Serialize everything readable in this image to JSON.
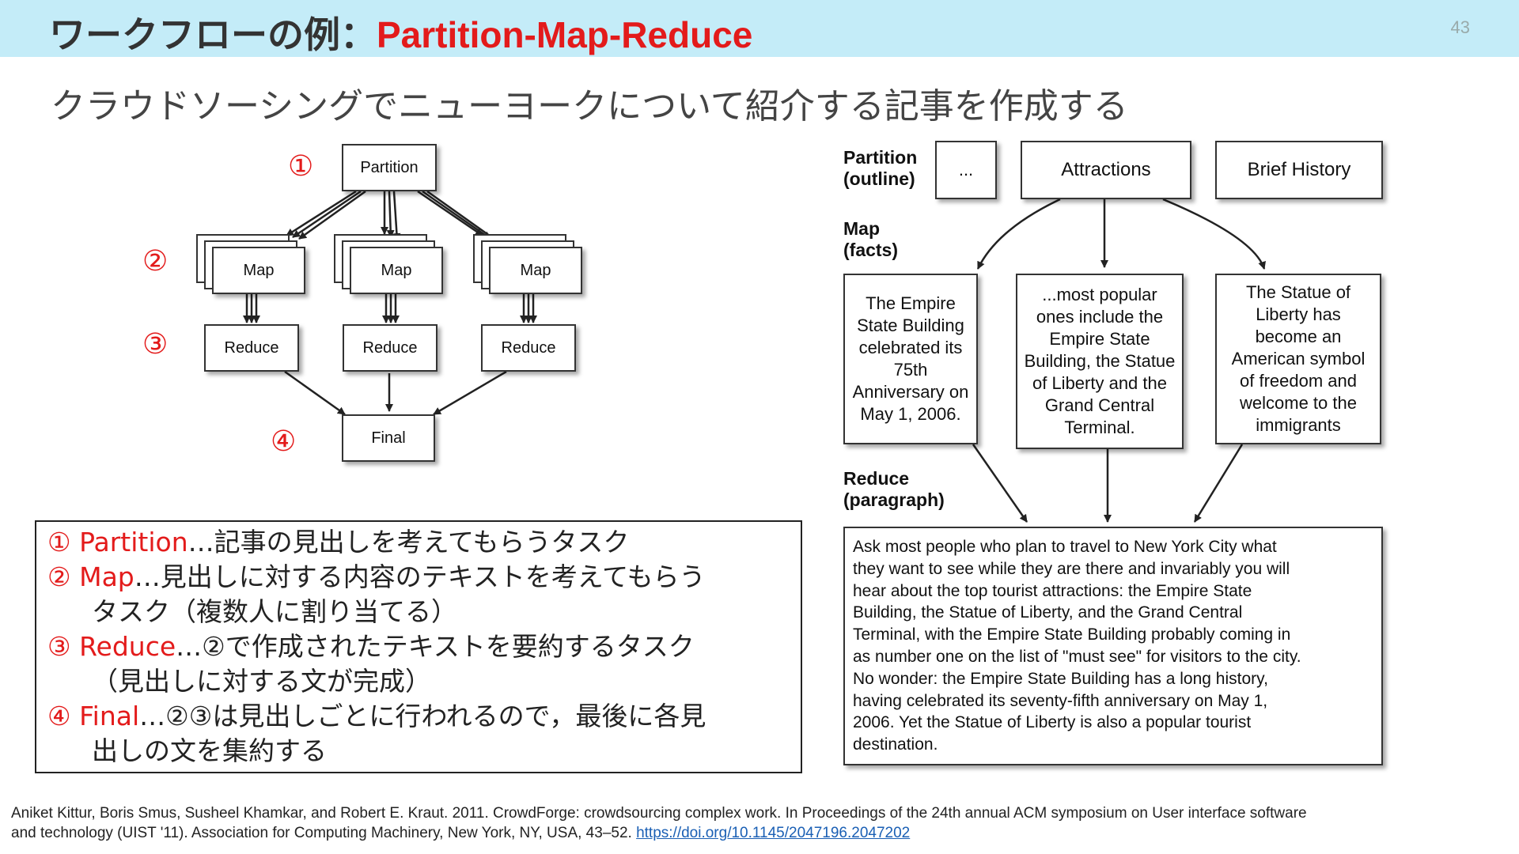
{
  "slide": {
    "title_lead": "ワークフローの例：",
    "title_accent": "Partition-Map-Reduce",
    "page_number": "43",
    "subtitle": "クラウドソーシングでニューヨークについて紹介する記事を作成する"
  },
  "left_diagram": {
    "markers": [
      "①",
      "②",
      "③",
      "④"
    ],
    "partition": "Partition",
    "map": "Map",
    "reduce": "Reduce",
    "final": "Final"
  },
  "right_diagram": {
    "partition_label": [
      "Partition",
      "(outline)"
    ],
    "map_label": [
      "Map",
      "(facts)"
    ],
    "reduce_label": [
      "Reduce",
      "(paragraph)"
    ],
    "outline_boxes": [
      "...",
      "Attractions",
      "Brief History"
    ],
    "facts": [
      "The Empire State Building celebrated its 75th Anniversary on May 1, 2006.",
      "...most popular ones include the Empire State Building, the Statue of Liberty and the Grand Central Terminal.",
      "The Statue of Liberty has become an American symbol of freedom and welcome to the immigrants"
    ],
    "paragraph_lines": [
      "Ask most people who plan to travel to New York City what",
      "they want to see while they are there and invariably you will",
      "hear about the top tourist attractions:  the Empire State",
      "Building, the Statue of Liberty, and the Grand Central",
      "Terminal, with the Empire State Building probably coming in",
      "as number one on the list of \"must see\" for visitors to the city.",
      "No wonder:  the Empire State Building has a long history,",
      "having celebrated its seventy-fifth anniversary on May 1,",
      "2006.  Yet the Statue of Liberty is also a popular tourist",
      "destination."
    ]
  },
  "legend": {
    "items": [
      {
        "num": "①",
        "key": "Partition",
        "text": "…記事の見出しを考えてもらうタスク",
        "cont": ""
      },
      {
        "num": "②",
        "key": "Map",
        "text": "…見出しに対する内容のテキストを考えてもらう",
        "cont": "タスク（複数人に割り当てる）"
      },
      {
        "num": "③",
        "key": "Reduce",
        "text": "…②で作成されたテキストを要約するタスク",
        "cont": "（見出しに対する文が完成）"
      },
      {
        "num": "④",
        "key": "Final",
        "text": "…②③は見出しごとに行われるので，最後に各見",
        "cont": "出しの文を集約する"
      }
    ]
  },
  "citation": {
    "line1": "Aniket Kittur, Boris Smus, Susheel Khamkar, and Robert E. Kraut. 2011. CrowdForge: crowdsourcing complex work. In Proceedings of the 24th annual ACM symposium on User interface software",
    "line2": "and technology (UIST '11). Association for Computing Machinery, New York, NY, USA, 43–52. ",
    "link": "https://doi.org/10.1145/2047196.2047202"
  },
  "colors": {
    "header_bg": "#c4ecf8",
    "accent": "#e31b1b",
    "link": "#1a5fb4"
  }
}
